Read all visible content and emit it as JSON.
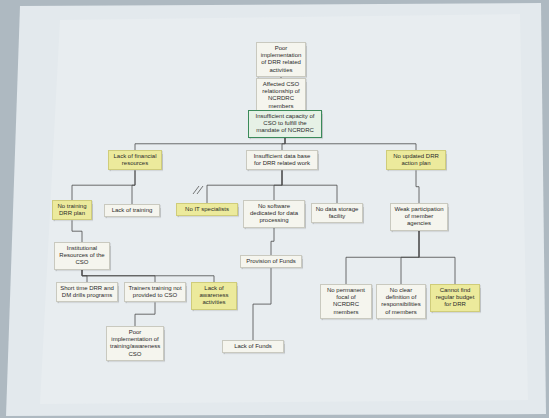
{
  "diagram": {
    "nodes": [
      {
        "text": [
          "Poor implementation of DRR related activities"
        ]
      },
      {
        "text": [
          "Affected CSO relationship of NCRDRC members"
        ]
      },
      {
        "text": [
          "Insufficient capacity of CSO to fulfill the mandate of NCRDRC"
        ]
      },
      {
        "text": [
          "Lack of financial resources"
        ]
      },
      {
        "text": [
          "Insufficient data base for DRR related work"
        ]
      },
      {
        "text": [
          "No updated DRR action plan"
        ]
      },
      {
        "text": [
          "No training DRR plan"
        ]
      },
      {
        "text": [
          "Lack of training"
        ]
      },
      {
        "text": [
          "No IT specialists"
        ]
      },
      {
        "text": [
          "No software dedicated for data processing"
        ]
      },
      {
        "text": [
          "No data storage facility"
        ]
      },
      {
        "text": [
          "Weak participation of member agencies"
        ]
      },
      {
        "text": [
          "Institutional Resources of the CSO"
        ]
      },
      {
        "text": [
          "Provision of Funds"
        ]
      },
      {
        "text": [
          "Short time DRR and DM drills programs"
        ]
      },
      {
        "text": [
          "Trainers training not provided to CSO"
        ]
      },
      {
        "text": [
          "Lack of awareness activities"
        ]
      },
      {
        "text": [
          "No permanent focal of NCRDRC members"
        ]
      },
      {
        "text": [
          "No clear definition of responsibilities of members"
        ]
      },
      {
        "text": [
          "Cannot find regular budget for DRR"
        ]
      },
      {
        "text": [
          "Poor implementation of training/awareness CSO"
        ]
      },
      {
        "text": [
          "Lack of Funds"
        ]
      }
    ],
    "edges": [
      {
        "from": 0,
        "to": 1,
        "arrow": "none"
      },
      {
        "from": 1,
        "to": 2,
        "arrow": "none"
      },
      {
        "from": 2,
        "to": 3,
        "arrow": "none"
      },
      {
        "from": 2,
        "to": 4,
        "arrow": "none"
      },
      {
        "from": 2,
        "to": 5,
        "arrow": "none"
      },
      {
        "from": 3,
        "to": 6,
        "arrow": "none"
      },
      {
        "from": 3,
        "to": 7,
        "arrow": "none"
      },
      {
        "from": 4,
        "to": 8,
        "arrow": "none"
      },
      {
        "from": 4,
        "to": 9,
        "arrow": "none"
      },
      {
        "from": 4,
        "to": 10,
        "arrow": "none"
      },
      {
        "from": 5,
        "to": 11,
        "arrow": "none"
      },
      {
        "from": 6,
        "to": 12,
        "arrow": "none"
      },
      {
        "from": 12,
        "to": 14,
        "arrow": "none"
      },
      {
        "from": 12,
        "to": 15,
        "arrow": "none"
      },
      {
        "from": 12,
        "to": 16,
        "arrow": "none"
      },
      {
        "from": 9,
        "to": 13,
        "arrow": "none"
      },
      {
        "from": 11,
        "to": 17,
        "arrow": "none"
      },
      {
        "from": 11,
        "to": 18,
        "arrow": "none"
      },
      {
        "from": 11,
        "to": 19,
        "arrow": "none"
      },
      {
        "from": 15,
        "to": 20,
        "arrow": "none"
      },
      {
        "from": 13,
        "to": 21,
        "arrow": "none"
      }
    ]
  }
}
